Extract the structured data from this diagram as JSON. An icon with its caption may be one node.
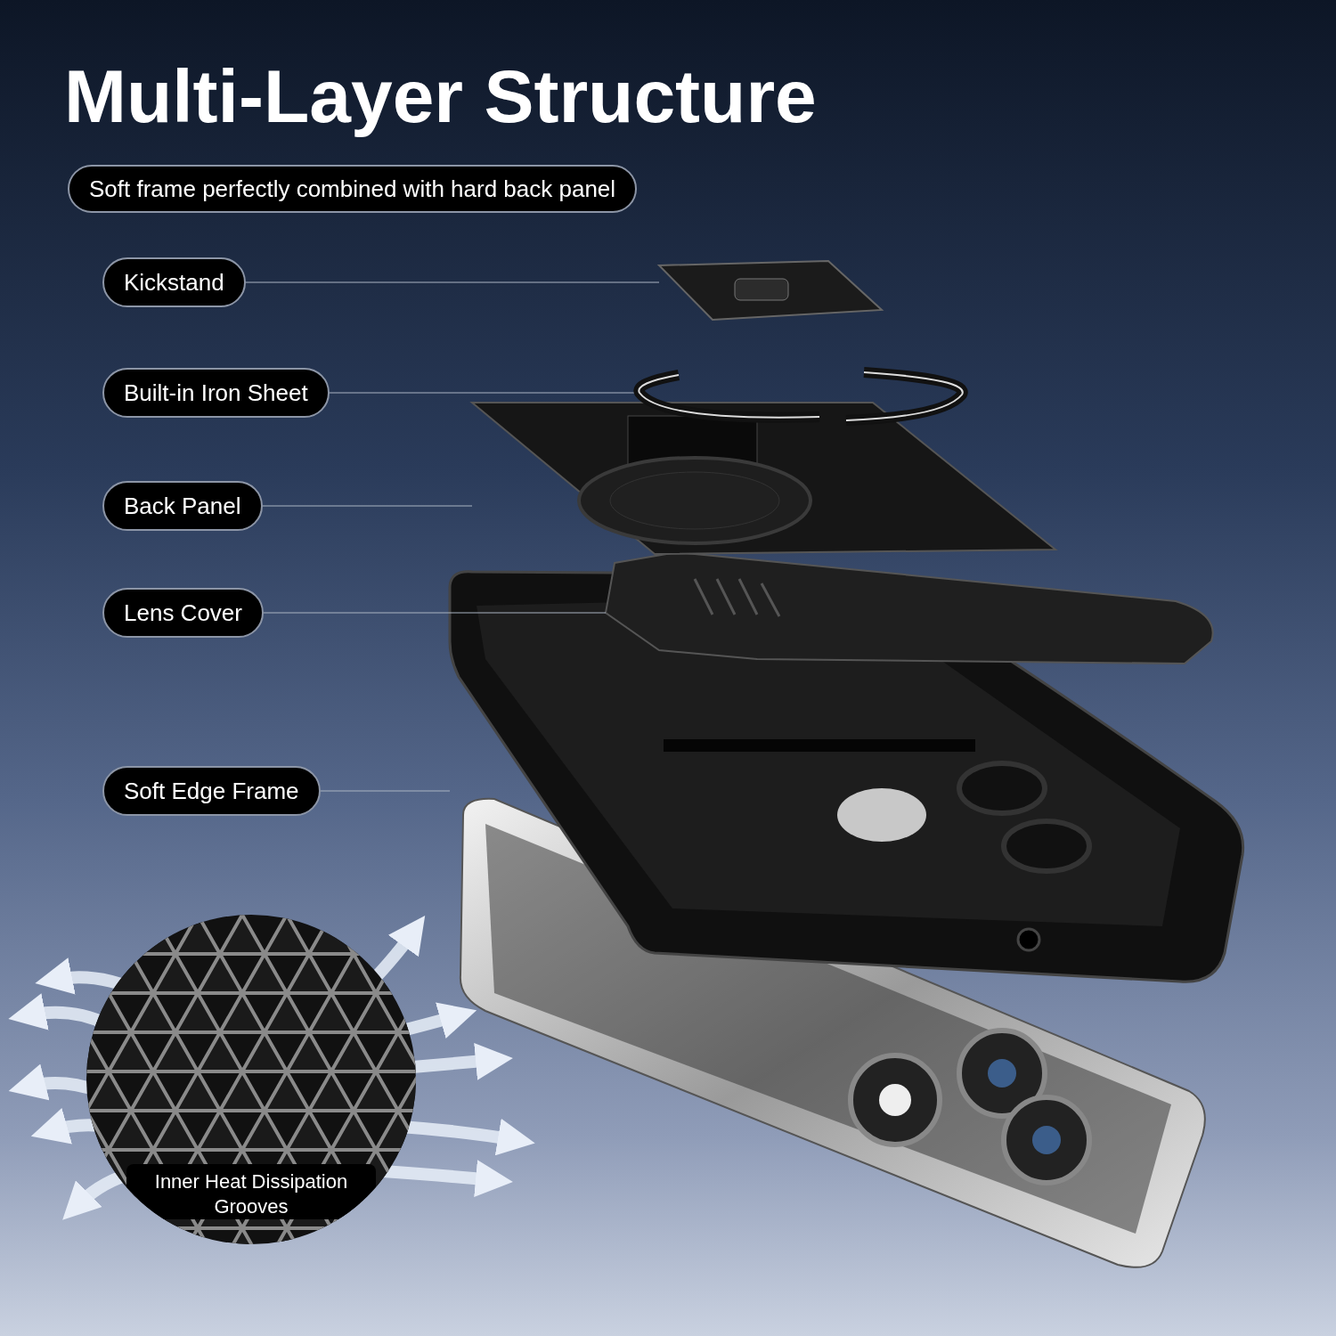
{
  "diagram": {
    "title": "Multi-Layer Structure",
    "nodes": [
      {
        "text": [
          "Soft frame perfectly combined with hard back panel"
        ]
      },
      {
        "text": [
          "Kickstand"
        ]
      },
      {
        "text": [
          "Built-in Iron Sheet"
        ]
      },
      {
        "text": [
          "Back Panel"
        ]
      },
      {
        "text": [
          "Lens Cover"
        ]
      },
      {
        "text": [
          "Soft Edge Frame"
        ]
      },
      {
        "text": [],
        "shape": "picture"
      },
      {
        "text": [],
        "shape": "picture"
      },
      {
        "text": [],
        "shape": "picture"
      },
      {
        "text": [],
        "shape": "picture"
      },
      {
        "text": [],
        "shape": "picture"
      },
      {
        "text": [
          "Inner Heat Dissipation Grooves"
        ]
      }
    ],
    "edges": [
      {
        "from": 1,
        "to": 6,
        "arrow": "none"
      },
      {
        "from": 2,
        "to": 7,
        "arrow": "none"
      },
      {
        "from": 3,
        "to": 8,
        "arrow": "none"
      },
      {
        "from": 4,
        "to": 9,
        "arrow": "none"
      },
      {
        "from": 5,
        "to": 10,
        "arrow": "none"
      }
    ]
  }
}
